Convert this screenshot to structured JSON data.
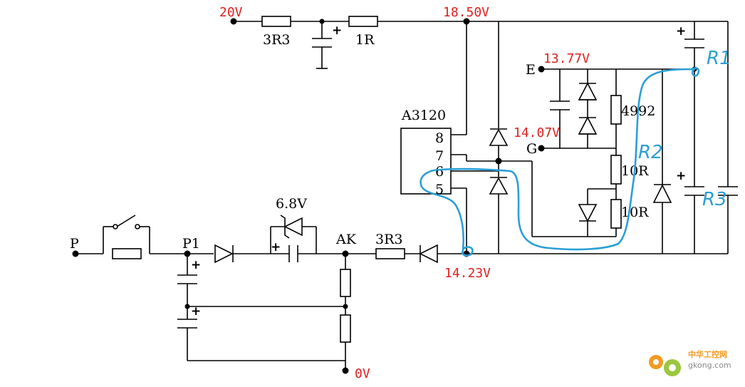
{
  "colors": {
    "wire": "#000000",
    "voltage_label": "#e02020",
    "annotation": "#2a9fd6",
    "watermark_orange": "#f39a21",
    "watermark_green": "#9bc73d"
  },
  "voltages": {
    "v20": "20V",
    "v18_50": "18.50V",
    "v13_77": "13.77V",
    "v14_07": "14.07V",
    "v14_23": "14.23V",
    "v0": "0V"
  },
  "labels": {
    "r_3r3_top": "3R3",
    "r_1r": "1R",
    "chip": "A3120",
    "pin8": "8",
    "pin7": "7",
    "pin6": "6",
    "pin5": "5",
    "r_4992": "4992",
    "r_10r_a": "10R",
    "r_10r_b": "10R",
    "node_e": "E",
    "node_g": "G",
    "node_p": "P",
    "node_p1": "P1",
    "node_ak": "AK",
    "zener": "6.8V",
    "r_3r3_bottom": "3R3"
  },
  "annotations": {
    "r1": "R1",
    "r2": "R2",
    "r3": "R3"
  },
  "watermark": {
    "text_cn": "中华工控网",
    "text_url": "gkong.com"
  }
}
